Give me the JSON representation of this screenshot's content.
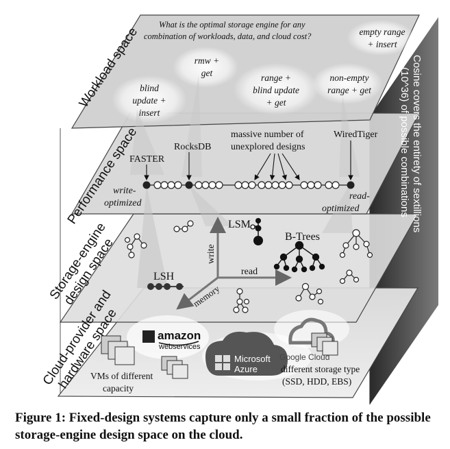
{
  "caption": "Figure 1: Fixed-design systems capture only a small fraction of the possible storage-engine design space on the cloud.",
  "layers": {
    "workload": "Workload space",
    "performance": "Performance space",
    "design_1": "Storage-engine",
    "design_2": "design space",
    "hardware_1": "Cloud-provider and",
    "hardware_2": "hardware space"
  },
  "side_text": {
    "line1": "Cosine covers the entirety of sextillions",
    "line2": "(10^36) of possible combinations"
  },
  "workload": {
    "question_1": "What is the optimal storage engine for any",
    "question_2": "combination of workloads, data, and cloud cost?",
    "bubbles": [
      {
        "l1": "blind",
        "l2": "update +",
        "l3": "insert"
      },
      {
        "l1": "rmw +",
        "l2": "get",
        "l3": ""
      },
      {
        "l1": "range +",
        "l2": "blind update",
        "l3": "+ get"
      },
      {
        "l1": "non-empty",
        "l2": "range + get",
        "l3": ""
      },
      {
        "l1": "empty range",
        "l2": "+ insert",
        "l3": ""
      }
    ]
  },
  "performance": {
    "faster": "FASTER",
    "rocksdb": "RocksDB",
    "wiredtiger": "WiredTiger",
    "massive_1": "massive number of",
    "massive_2": "unexplored designs",
    "write_1": "write-",
    "write_2": "optimized",
    "read_1": "read-",
    "read_2": "optimized"
  },
  "design": {
    "lsm": "LSM",
    "btrees": "B-Trees",
    "lsh": "LSH",
    "axis_write": "write",
    "axis_read": "read",
    "axis_memory": "memory"
  },
  "hardware": {
    "amazon_1": "amazon",
    "amazon_2": "webservices",
    "microsoft_1": "Microsoft",
    "microsoft_2": "Azure",
    "google": "Google Cloud",
    "vms_1": "VMs of different",
    "vms_2": "capacity",
    "storage_1": "different storage type",
    "storage_2": "(SSD, HDD, EBS)"
  }
}
